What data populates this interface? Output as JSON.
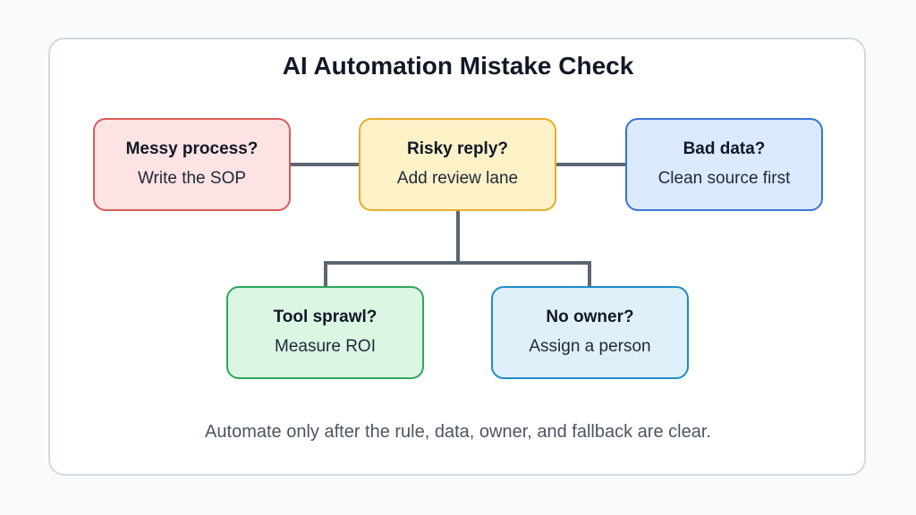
{
  "diagram": {
    "title": "AI Automation Mistake Check",
    "nodes": {
      "messy": {
        "question": "Messy process?",
        "answer": "Write the SOP",
        "fill": "#fde3e3",
        "stroke": "#dc5b5b"
      },
      "risky": {
        "question": "Risky reply?",
        "answer": "Add review lane",
        "fill": "#fdf1c7",
        "stroke": "#e5ad2b"
      },
      "bad_data": {
        "question": "Bad data?",
        "answer": "Clean source first",
        "fill": "#dbeafe",
        "stroke": "#3a74d6"
      },
      "tool": {
        "question": "Tool sprawl?",
        "answer": "Measure ROI",
        "fill": "#dcf6e4",
        "stroke": "#2fa659"
      },
      "owner": {
        "question": "No owner?",
        "answer": "Assign a person",
        "fill": "#dff0fb",
        "stroke": "#1f8cc6"
      }
    },
    "connector_color": "#5b6673",
    "footer": "Automate only after the rule, data, owner, and fallback are clear."
  }
}
